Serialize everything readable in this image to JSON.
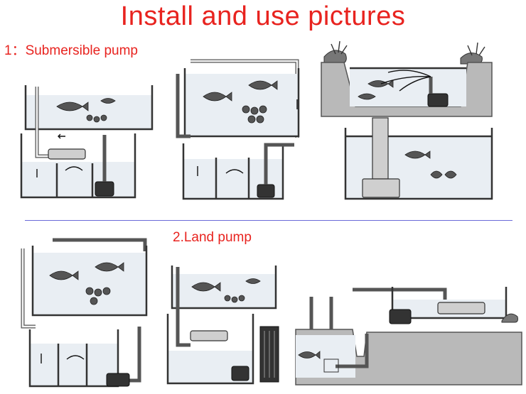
{
  "title": "Install and use pictures",
  "sections": {
    "submersible": "1：Submersible pump",
    "land": "2.Land pump"
  },
  "colors": {
    "accent": "#e8231f",
    "divider": "#6b6bd8"
  }
}
